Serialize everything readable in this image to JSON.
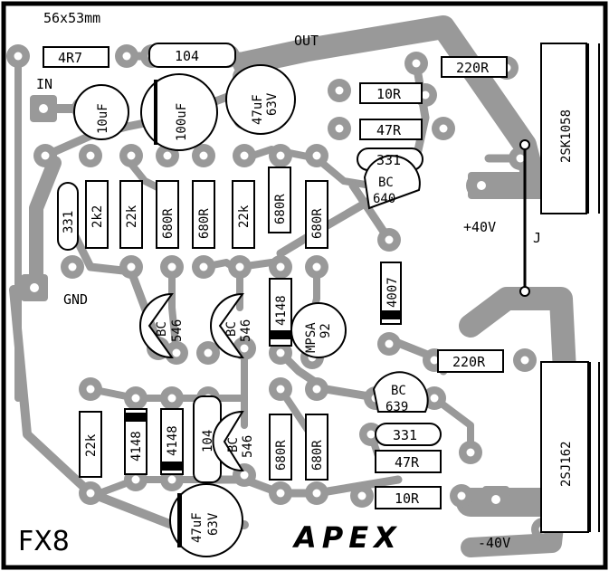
{
  "board": {
    "size_label": "56x53mm",
    "name": "FX8",
    "brand": "APEX"
  },
  "labels": {
    "in": "IN",
    "out": "OUT",
    "gnd": "GND",
    "plus_supply": "+40V",
    "minus_supply": "-40V",
    "jumper": "J"
  },
  "resistors": {
    "r_4r7": "4R7",
    "r_10r_top": "10R",
    "r_47r_top": "47R",
    "r_220r_top": "220R",
    "r_2k2": "2k2",
    "r_22k_a": "22k",
    "r_680r_a": "680R",
    "r_680r_b": "680R",
    "r_22k_b": "22k",
    "r_680r_c": "680R",
    "r_680r_d": "680R",
    "r_220r_bot": "220R",
    "r_22k_c": "22k",
    "r_680r_e": "680R",
    "r_680r_f": "680R",
    "r_47r_bot": "47R",
    "r_10r_bot": "10R"
  },
  "capacitors": {
    "c_104_top": "104",
    "c_10uf": "10uF",
    "c_100uf": "100uF",
    "c_47uf_top_a": "47uF",
    "c_47uf_top_b": "63V",
    "c_331_a": "331",
    "c_331_top": "331",
    "c_331_bot": "331",
    "c_104_bot": "104",
    "c_47uf_bot_a": "47uF",
    "c_47uf_bot_b": "63V"
  },
  "semis": {
    "q_bc640_a": "BC",
    "q_bc640_b": "640",
    "q_bc639_a": "BC",
    "q_bc639_b": "639",
    "q1_a": "BC",
    "q1_b": "546",
    "q2_a": "BC",
    "q2_b": "546",
    "q3_a": "BC",
    "q3_b": "546",
    "q_mpsa_a": "MPSA",
    "q_mpsa_b": "92",
    "d_4007": "4007",
    "d_4148_a": "4148",
    "d_4148_b": "4148",
    "d_4148_c": "4148",
    "mosfet_top": "2SK1058",
    "mosfet_bot": "2SJ162"
  }
}
